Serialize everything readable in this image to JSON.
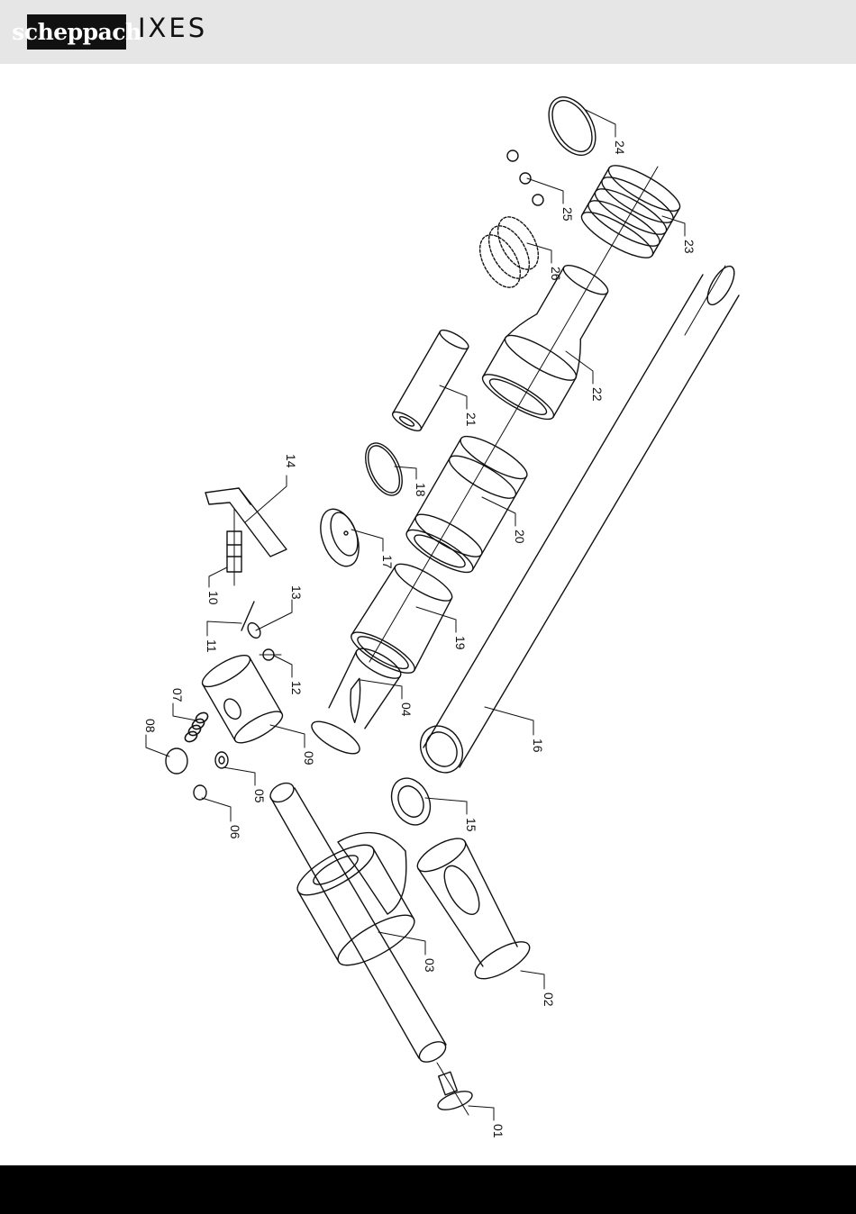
{
  "header": {
    "brand": "scheppach",
    "product_line": "IXES"
  },
  "parts": [
    {
      "id": "p01",
      "label": "01"
    },
    {
      "id": "p02",
      "label": "02"
    },
    {
      "id": "p03",
      "label": "03"
    },
    {
      "id": "p04",
      "label": "04"
    },
    {
      "id": "p05",
      "label": "05"
    },
    {
      "id": "p06",
      "label": "06"
    },
    {
      "id": "p07",
      "label": "07"
    },
    {
      "id": "p08",
      "label": "08"
    },
    {
      "id": "p09",
      "label": "09"
    },
    {
      "id": "p10",
      "label": "10"
    },
    {
      "id": "p11",
      "label": "11"
    },
    {
      "id": "p12",
      "label": "12"
    },
    {
      "id": "p13",
      "label": "13"
    },
    {
      "id": "p14",
      "label": "14"
    },
    {
      "id": "p15",
      "label": "15"
    },
    {
      "id": "p16",
      "label": "16"
    },
    {
      "id": "p17",
      "label": "17"
    },
    {
      "id": "p18",
      "label": "18"
    },
    {
      "id": "p19",
      "label": "19"
    },
    {
      "id": "p20",
      "label": "20"
    },
    {
      "id": "p21",
      "label": "21"
    },
    {
      "id": "p22",
      "label": "22"
    },
    {
      "id": "p23",
      "label": "23"
    },
    {
      "id": "p24",
      "label": "24"
    },
    {
      "id": "p25",
      "label": "25"
    },
    {
      "id": "p26",
      "label": "26"
    }
  ]
}
